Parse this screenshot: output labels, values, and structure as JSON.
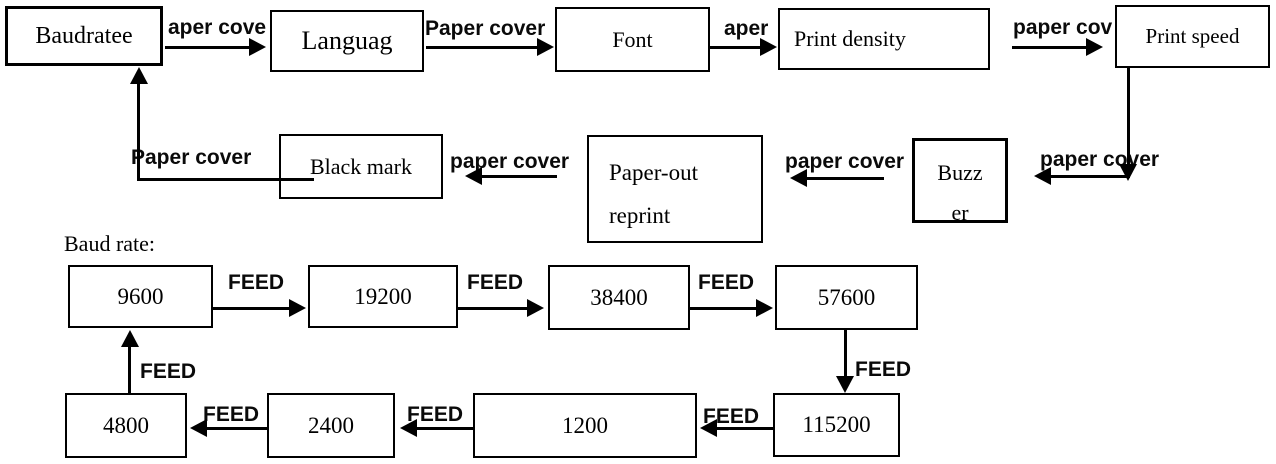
{
  "canvas": {
    "background": "#ffffff",
    "line_color": "#000000"
  },
  "menu_flow": {
    "nodes": {
      "baudrate": "Baudratee",
      "language": "Languag",
      "font": "Font",
      "print_density": "Print density",
      "print_speed": "Print speed",
      "buzzer": {
        "line1": "Buzz",
        "line2": "er"
      },
      "paper_out_reprint": {
        "line1": "Paper-out",
        "line2": "reprint"
      },
      "black_mark": "Black mark"
    },
    "edges": {
      "baudrate_to_language": "aper cove",
      "language_to_font": "Paper cover",
      "font_to_print_density": "aper",
      "print_density_to_print_speed": "paper cov",
      "print_speed_to_buzzer": "paper cover",
      "buzzer_to_paper_out": "paper cover",
      "paper_out_to_black_mark": "paper cover",
      "black_mark_to_baudrate": "Paper cover"
    }
  },
  "baud_flow": {
    "heading": "Baud rate:",
    "feed_label": "FEED",
    "nodes": {
      "9600": "9600",
      "19200": "19200",
      "38400": "38400",
      "57600": "57600",
      "115200": "115200",
      "1200": "1200",
      "2400": "2400",
      "4800": "4800"
    }
  }
}
